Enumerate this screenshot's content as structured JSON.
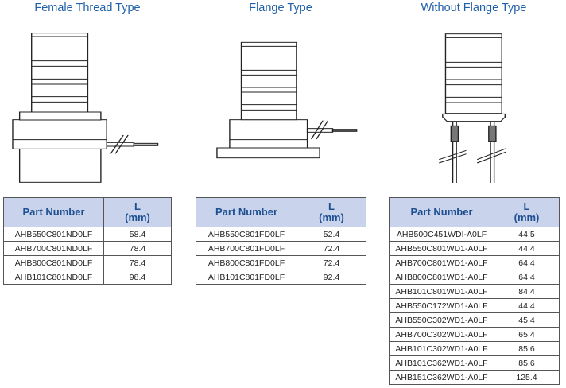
{
  "sections": [
    {
      "title": "Female Thread Type",
      "headers": [
        "Part Number",
        "L",
        "(mm)"
      ],
      "rows": [
        [
          "AHB550C801ND0LF",
          "58.4"
        ],
        [
          "AHB700C801ND0LF",
          "78.4"
        ],
        [
          "AHB800C801ND0LF",
          "78.4"
        ],
        [
          "AHB101C801ND0LF",
          "98.4"
        ]
      ]
    },
    {
      "title": "Flange Type",
      "headers": [
        "Part Number",
        "L",
        "(mm)"
      ],
      "rows": [
        [
          "AHB550C801FD0LF",
          "52.4"
        ],
        [
          "AHB700C801FD0LF",
          "72.4"
        ],
        [
          "AHB800C801FD0LF",
          "72.4"
        ],
        [
          "AHB101C801FD0LF",
          "92.4"
        ]
      ]
    },
    {
      "title": "Without Flange Type",
      "headers": [
        "Part Number",
        "L",
        "(mm)"
      ],
      "rows": [
        [
          "AHB500C451WDI-A0LF",
          "44.5"
        ],
        [
          "AHB550C801WD1-A0LF",
          "44.4"
        ],
        [
          "AHB700C801WD1-A0LF",
          "64.4"
        ],
        [
          "AHB800C801WD1-A0LF",
          "64.4"
        ],
        [
          "AHB101C801WD1-A0LF",
          "84.4"
        ],
        [
          "AHB550C172WD1-A0LF",
          "44.4"
        ],
        [
          "AHB550C302WD1-A0LF",
          "45.4"
        ],
        [
          "AHB700C302WD1-A0LF",
          "65.4"
        ],
        [
          "AHB101C302WD1-A0LF",
          "85.6"
        ],
        [
          "AHB101C362WD1-A0LF",
          "85.6"
        ],
        [
          "AHB151C362WD1-A0LF",
          "125.4"
        ]
      ]
    }
  ],
  "colors": {
    "title": "#2060a8",
    "header_bg": "#c9d4ec",
    "header_text": "#1d4f91"
  }
}
